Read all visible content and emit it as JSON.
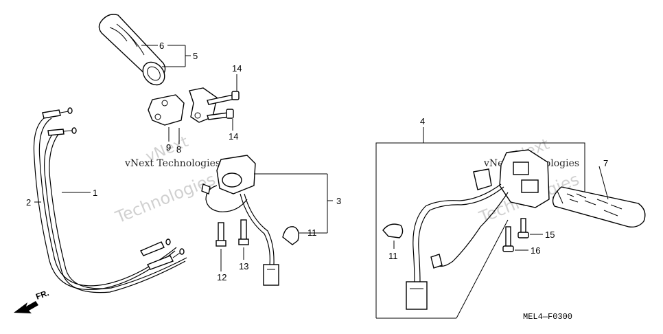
{
  "diagram_code": "MEL4—F0300",
  "direction_label": "FR.",
  "watermark": {
    "line1": "vNext Technologies",
    "line2": "vNext",
    "line3": "Technologies"
  },
  "callouts": {
    "c1": "1",
    "c2": "2",
    "c3": "3",
    "c4": "4",
    "c5": "5",
    "c6": "6",
    "c7": "7",
    "c8": "8",
    "c9": "9",
    "c11a": "11",
    "c11b": "11",
    "c12": "12",
    "c13": "13",
    "c14a": "14",
    "c14b": "14",
    "c15": "15",
    "c16": "16"
  }
}
